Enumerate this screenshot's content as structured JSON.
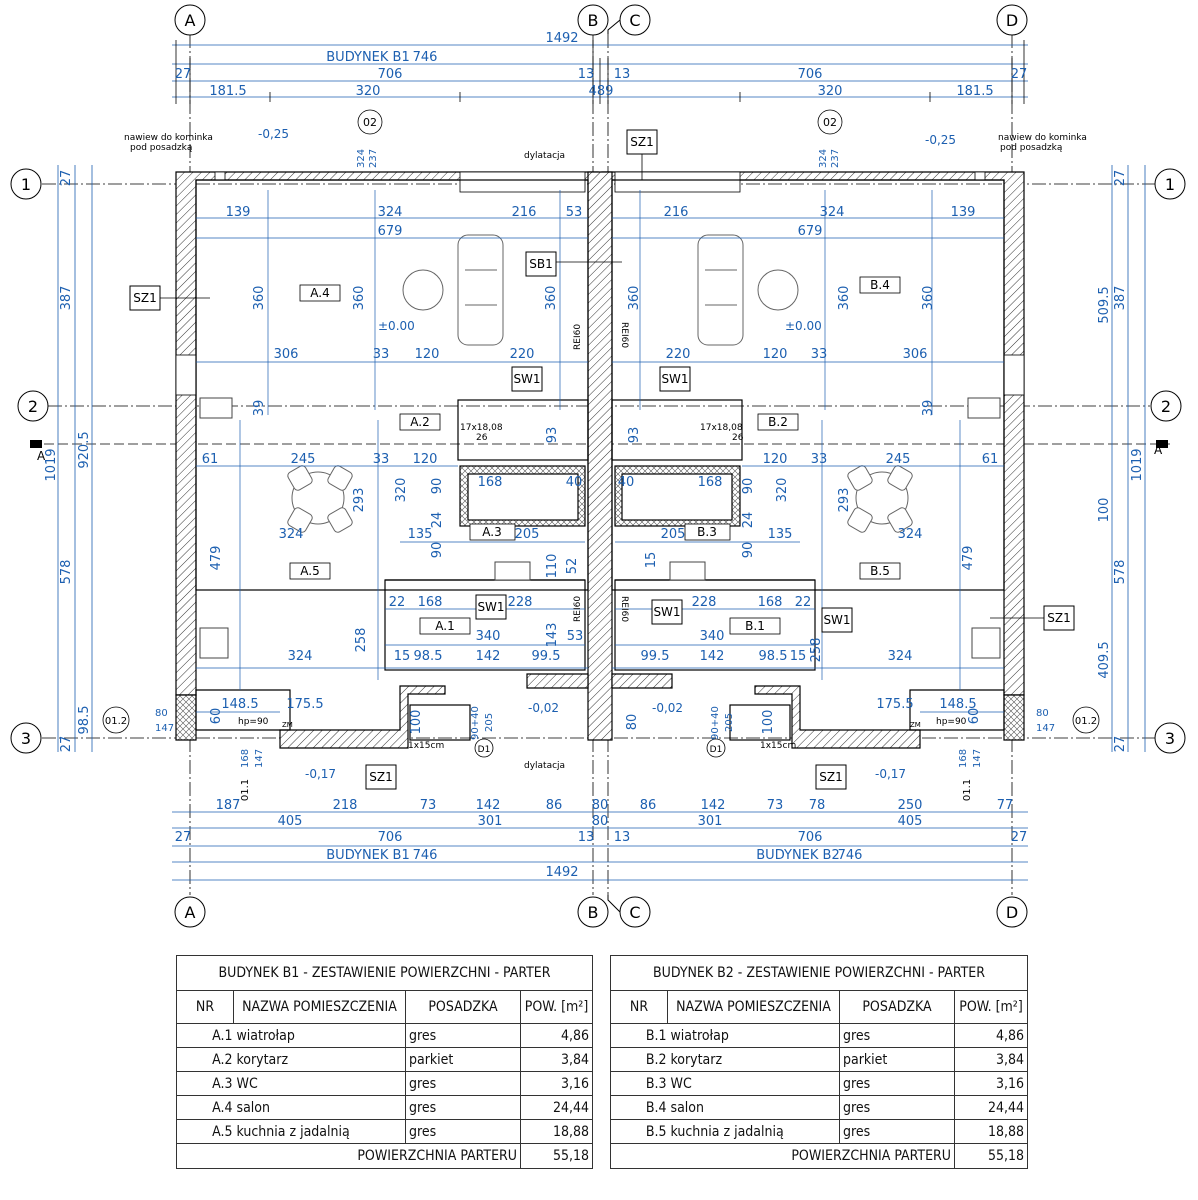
{
  "grid_axes": {
    "columns": [
      "A",
      "B",
      "C",
      "D"
    ],
    "rows": [
      "1",
      "2",
      "3"
    ],
    "section": "A"
  },
  "buildings": {
    "b1_label": "BUDYNEK B1",
    "b1_len": "746",
    "b2_label": "BUDYNEK B2",
    "b2_len": "746",
    "total": "1492"
  },
  "annotations": {
    "chimney_note_l1": "nawiew do kominka",
    "chimney_note_l2": "pod posadzką",
    "dilatation": "dylatacja",
    "level_zero": "±0.00",
    "level_m025": "-0,25",
    "level_m017": "-0,17",
    "level_m002": "-0,02",
    "stairs": "17x18,08",
    "stairs_w": "26",
    "fire": "REI60",
    "hp90": "hp=90",
    "zm": "ZM",
    "mat": "1x15cm",
    "door_90": "90+40",
    "door_205": "205",
    "d1": "D1",
    "sz1": "SZ1",
    "sw1": "SW1",
    "sb1": "SB1",
    "o2": "02",
    "o11": "01.1",
    "o12": "01.2"
  },
  "rooms_left": [
    "A.1",
    "A.2",
    "A.3",
    "A.4",
    "A.5"
  ],
  "rooms_right": [
    "B.1",
    "B.2",
    "B.3",
    "B.4",
    "B.5"
  ],
  "dims": {
    "top_row2": [
      "27",
      "706",
      "13",
      "13",
      "706",
      "27"
    ],
    "top_row3": [
      "181.5",
      "320",
      "489",
      "320",
      "181.5"
    ],
    "top_small": [
      "324",
      "237"
    ],
    "bottom_row1": [
      "187",
      "218",
      "73",
      "142",
      "86",
      "80",
      "86",
      "142",
      "73",
      "78",
      "250",
      "77"
    ],
    "bottom_row2": [
      "27",
      "405",
      "301",
      "13",
      "80",
      "13",
      "301",
      "405",
      "27"
    ],
    "left_v": [
      "27",
      "387",
      "920.5",
      "1019",
      "578",
      "98.5",
      "27"
    ],
    "right_v": [
      "27",
      "387",
      "509.5",
      "1019",
      "100",
      "578",
      "409.5",
      "27"
    ],
    "interior": [
      "139",
      "324",
      "216",
      "53",
      "679",
      "360",
      "306",
      "33",
      "120",
      "220",
      "39",
      "61",
      "245",
      "293",
      "320",
      "90",
      "168",
      "40",
      "24",
      "135",
      "205",
      "479",
      "228",
      "22",
      "15",
      "52",
      "110",
      "340",
      "143",
      "258",
      "98.5",
      "142",
      "99.5",
      "148.5",
      "175.5",
      "60",
      "100",
      "80",
      "147",
      "168",
      "93"
    ]
  },
  "table_b1": {
    "title": "BUDYNEK B1 - ZESTAWIENIE POWIERZCHNI - PARTER",
    "headers": [
      "NR",
      "NAZWA POMIESZCZENIA",
      "POSADZKA",
      "POW. [m²]"
    ],
    "rows": [
      {
        "nr": "A.1",
        "name": "wiatrołap",
        "floor": "gres",
        "area": "4,86"
      },
      {
        "nr": "A.2",
        "name": "korytarz",
        "floor": "parkiet",
        "area": "3,84"
      },
      {
        "nr": "A.3",
        "name": "WC",
        "floor": "gres",
        "area": "3,16"
      },
      {
        "nr": "A.4",
        "name": "salon",
        "floor": "gres",
        "area": "24,44"
      },
      {
        "nr": "A.5",
        "name": "kuchnia z jadalnią",
        "floor": "gres",
        "area": "18,88"
      }
    ],
    "total_label": "POWIERZCHNIA PARTERU",
    "total": "55,18"
  },
  "table_b2": {
    "title": "BUDYNEK B2 - ZESTAWIENIE POWIERZCHNI - PARTER",
    "headers": [
      "NR",
      "NAZWA POMIESZCZENIA",
      "POSADZKA",
      "POW. [m²]"
    ],
    "rows": [
      {
        "nr": "B.1",
        "name": "wiatrołap",
        "floor": "gres",
        "area": "4,86"
      },
      {
        "nr": "B.2",
        "name": "korytarz",
        "floor": "parkiet",
        "area": "3,84"
      },
      {
        "nr": "B.3",
        "name": "WC",
        "floor": "gres",
        "area": "3,16"
      },
      {
        "nr": "B.4",
        "name": "salon",
        "floor": "gres",
        "area": "24,44"
      },
      {
        "nr": "B.5",
        "name": "kuchnia z jadalnią",
        "floor": "gres",
        "area": "18,88"
      }
    ],
    "total_label": "POWIERZCHNIA PARTERU",
    "total": "55,18"
  }
}
